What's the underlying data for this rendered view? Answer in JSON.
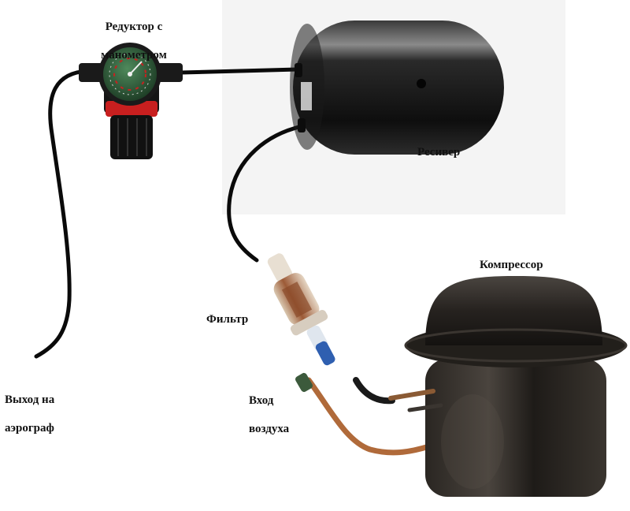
{
  "labels": {
    "regulator": {
      "line1": "Редуктор с",
      "line2": "манометром"
    },
    "receiver": "Ресивер",
    "compressor": "Компрессор",
    "filter": "Фильтр",
    "inlet": {
      "line1": "Вход",
      "line2": "воздуха"
    },
    "outlet": {
      "line1": "Выход на",
      "line2": "аэрограф"
    }
  },
  "colors": {
    "background": "#ffffff",
    "receiver_backdrop": "#f4f4f4",
    "tank": "#141414",
    "hose": "#0a0a0a",
    "gauge_face": "#2f5d3a",
    "regulator_ring": "#c81f1f",
    "filter_body": "#b5734a",
    "copper_tube": "#b06a3a",
    "compressor": "#1c1a18"
  }
}
